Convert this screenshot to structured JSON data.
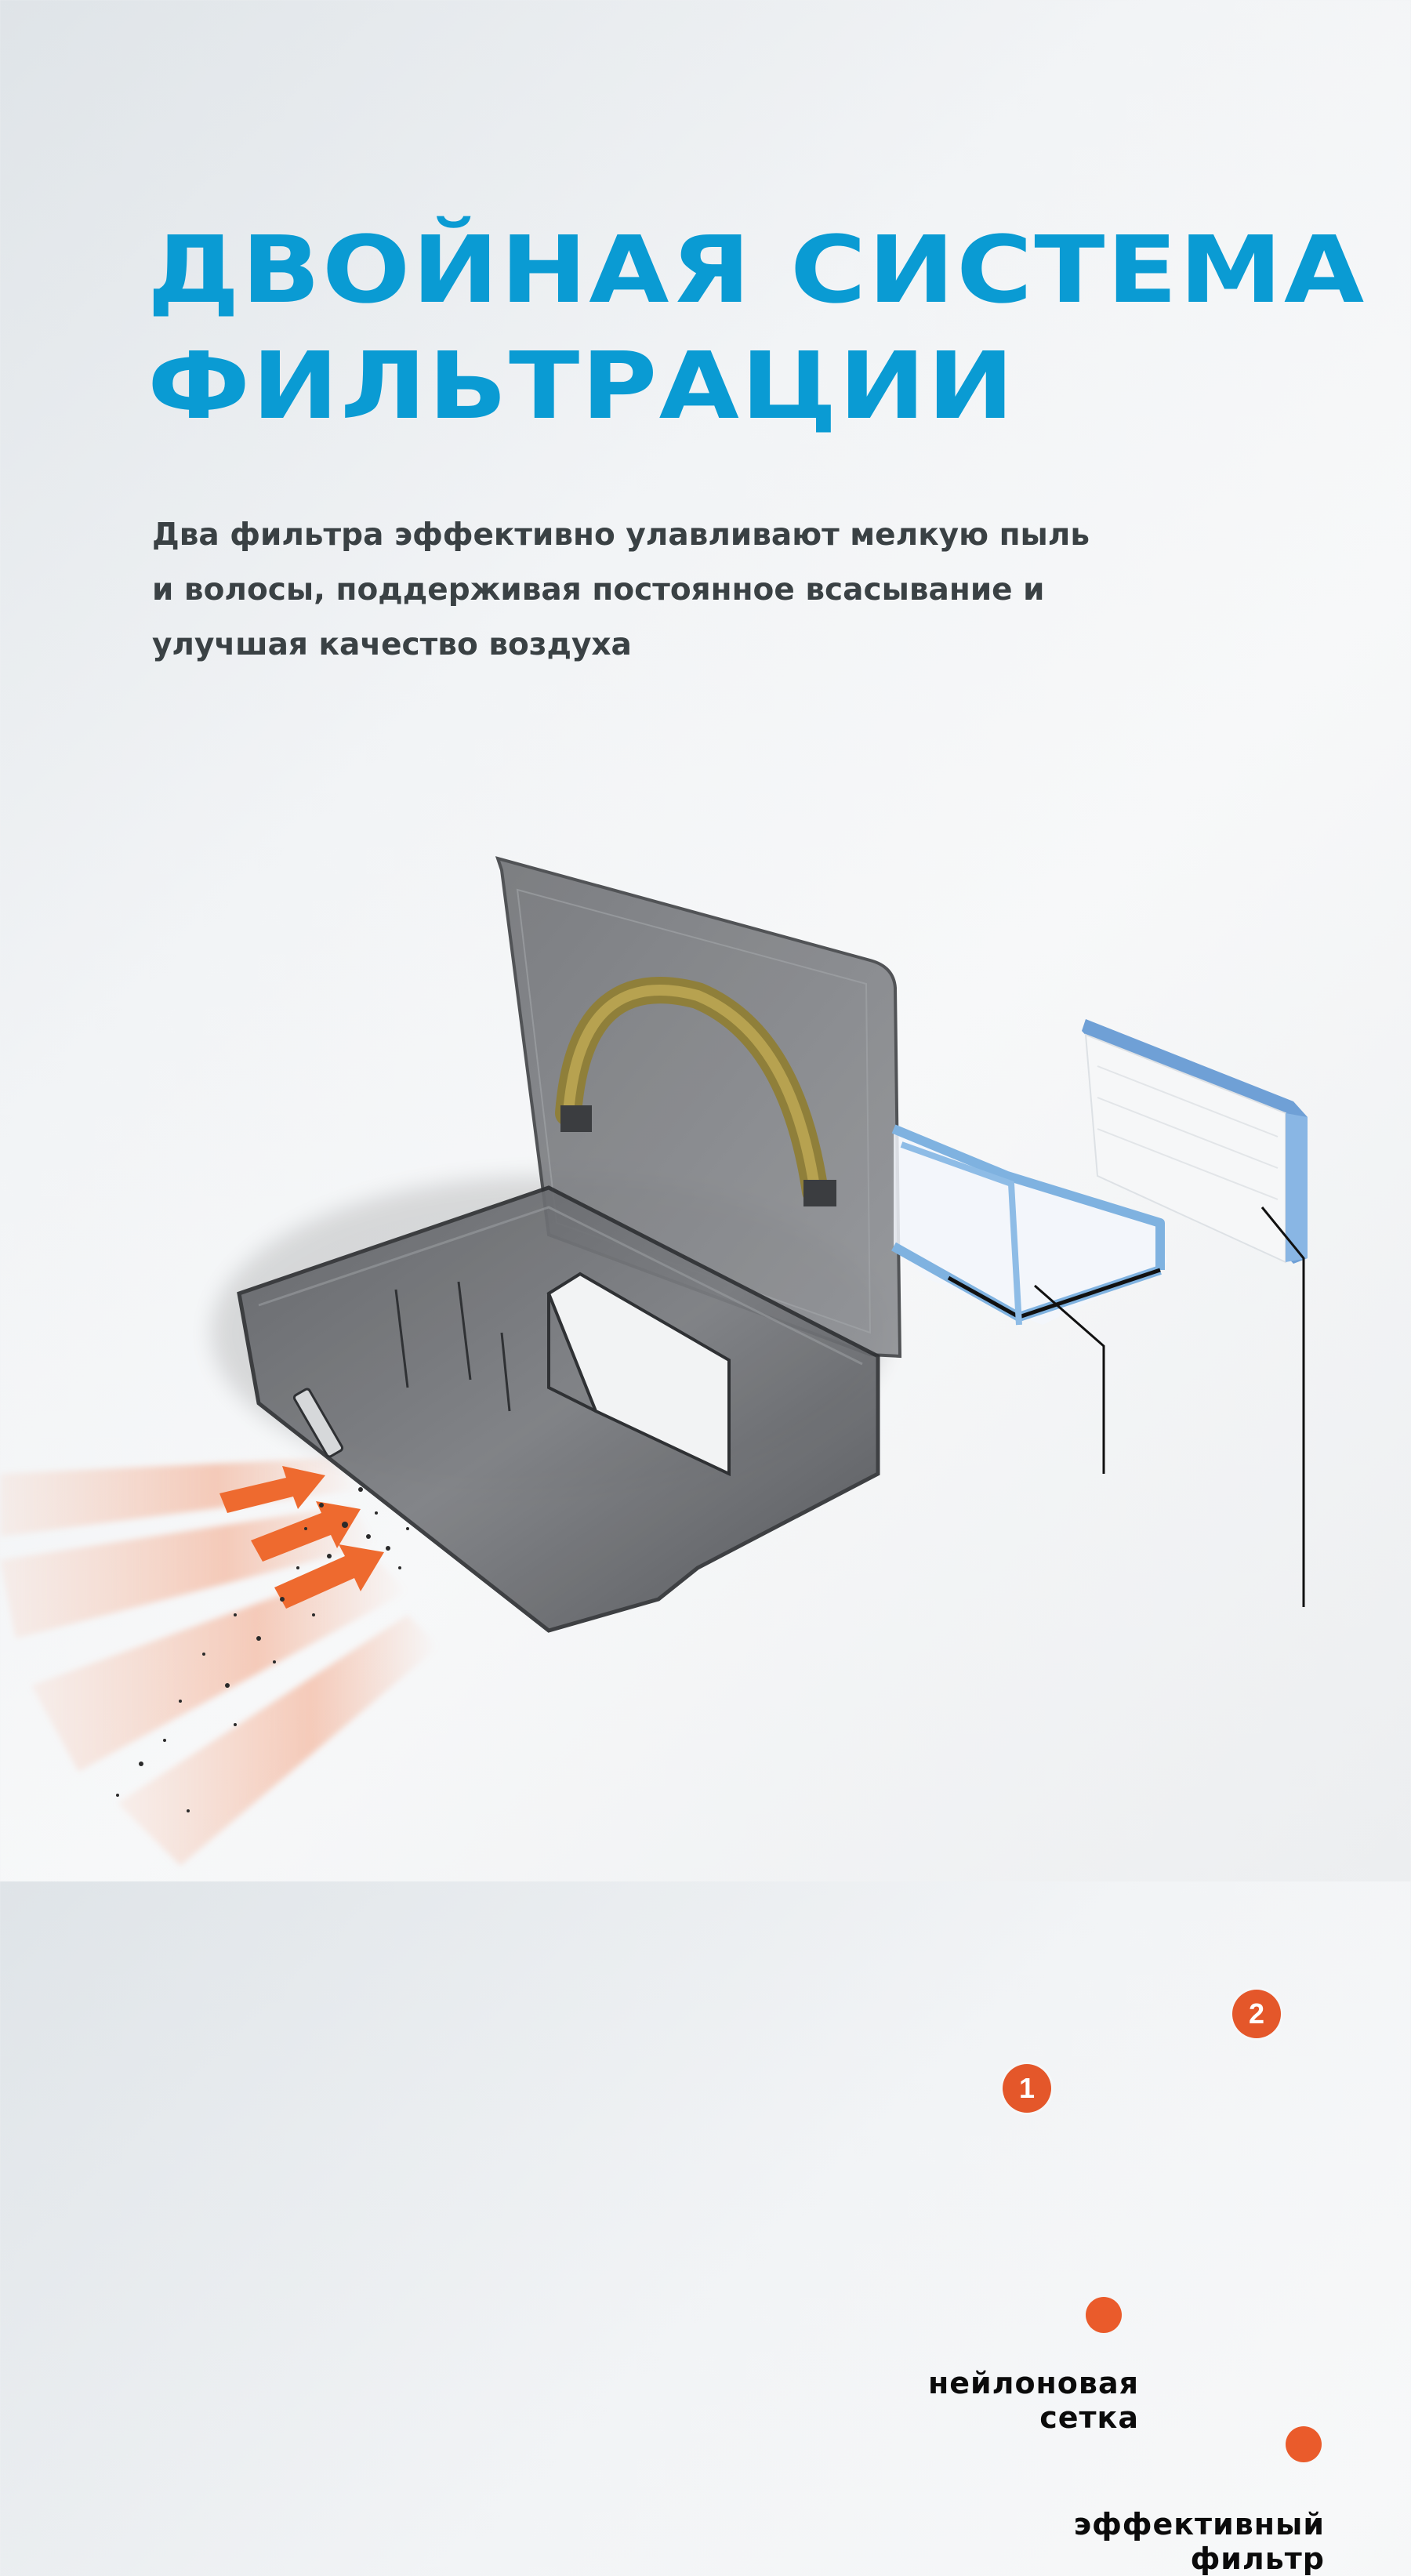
{
  "header": {
    "title_lines": [
      "ДВОЙНАЯ СИСТЕМА",
      "ФИЛЬТРАЦИИ"
    ]
  },
  "description": {
    "lines": [
      "Два фильтра эффективно улавливают мелкую пыль",
      "и волосы, поддерживая постоянное всасывание и",
      "улучшая качество воздуха"
    ]
  },
  "illustration": {
    "subject": "dust-container-with-filters",
    "badges": [
      {
        "number": "1"
      },
      {
        "number": "2"
      }
    ],
    "callouts": [
      {
        "lines": [
          "нейлоновая",
          "сетка"
        ]
      },
      {
        "lines": [
          "эффективный",
          "фильтр"
        ]
      }
    ]
  },
  "colors": {
    "title": "#0a9bd3",
    "body_text": "#3a4144",
    "accent": "#ea5b2b",
    "label_text": "#0b0b0b",
    "filter_frame": "#7fb2e0"
  }
}
